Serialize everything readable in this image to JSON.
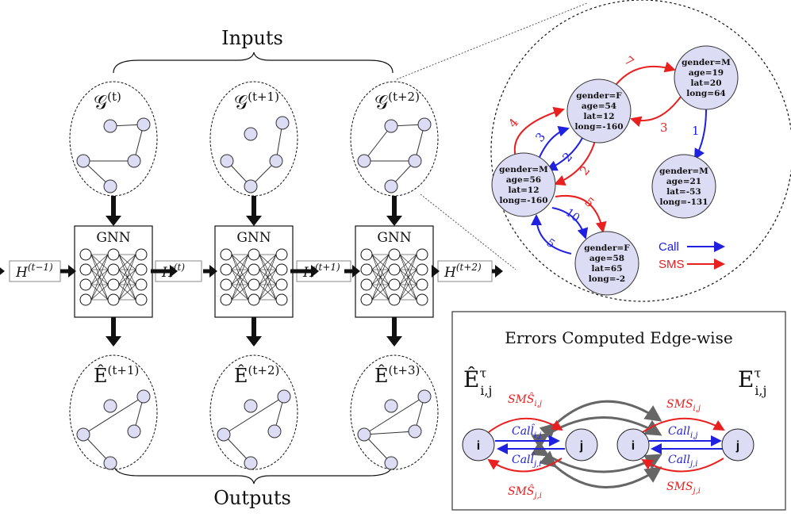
{
  "colors": {
    "node_fill": "#dcdcf5",
    "node_stroke": "#222222",
    "call": "#2020e0",
    "sms": "#e82020",
    "gray_arrow": "#666666",
    "black": "#111111"
  },
  "labels": {
    "inputs": "Inputs",
    "outputs": "Outputs",
    "gnn": "GNN",
    "errors_title": "Errors Computed Edge-wise",
    "node_i": "i",
    "node_j": "j"
  },
  "time_steps": [
    {
      "graph_label": "𝒢",
      "graph_sup": "(t)",
      "out_label": "Ê",
      "out_sup": "(t+1)"
    },
    {
      "graph_label": "𝒢",
      "graph_sup": "(t+1)",
      "out_label": "Ê",
      "out_sup": "(t+2)"
    },
    {
      "graph_label": "𝒢",
      "graph_sup": "(t+2)",
      "out_label": "Ê",
      "out_sup": "(t+3)"
    }
  ],
  "hidden_states": [
    {
      "base": "H",
      "sup": "(t−1)"
    },
    {
      "base": "H",
      "sup": "(t)"
    },
    {
      "base": "H",
      "sup": "(t+1)"
    },
    {
      "base": "H",
      "sup": "(t+2)"
    }
  ],
  "zoom_nodes": [
    {
      "lines": [
        "gender=F",
        "age=54",
        "lat=12",
        "long=-160"
      ]
    },
    {
      "lines": [
        "gender=M",
        "age=19",
        "lat=20",
        "long=64"
      ]
    },
    {
      "lines": [
        "gender=M",
        "age=56",
        "lat=12",
        "long=-160"
      ]
    },
    {
      "lines": [
        "gender=M",
        "age=21",
        "lat=-53",
        "long=-131"
      ]
    },
    {
      "lines": [
        "gender=F",
        "age=58",
        "lat=65",
        "long=-2"
      ]
    }
  ],
  "zoom_edges": {
    "sms_7": "7",
    "sms_3": "3",
    "call_1": "1",
    "sms_4": "4",
    "call_3": "3",
    "call_2": "2",
    "sms_2": "2",
    "sms_5": "5",
    "call_10": "10",
    "call_5": "5"
  },
  "legend": {
    "call": "Call",
    "sms": "SMS"
  },
  "errors": {
    "pred_label": "Ê",
    "pred_sup": "τ",
    "pred_sub": "i,j",
    "true_label": "E",
    "true_sup": "τ",
    "true_sub": "i,j",
    "pred_sms_ij": "SMŜ",
    "pred_sms_ij_sub": "i,j",
    "pred_call_ij": "Call̂",
    "pred_call_ij_sub": "i,j",
    "pred_call_ji": "Call̂",
    "pred_call_ji_sub": "j,i",
    "pred_sms_ji": "SMŜ",
    "pred_sms_ji_sub": "j,i",
    "true_sms_ij": "SMS",
    "true_sms_ij_sub": "i,j",
    "true_call_ij": "Call",
    "true_call_ij_sub": "i,j",
    "true_call_ji": "Call",
    "true_call_ji_sub": "j,i",
    "true_sms_ji": "SMS",
    "true_sms_ji_sub": "j,i"
  }
}
